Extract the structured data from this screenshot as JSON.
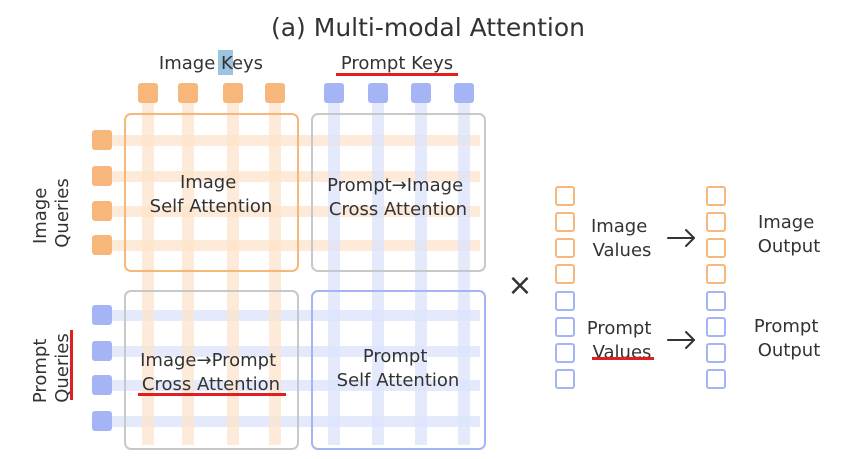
{
  "title": "(a) Multi-modal Attention",
  "axes": {
    "image_keys_prefix": "Image ",
    "image_keys_highlight": "K",
    "image_keys_suffix": "eys",
    "prompt_keys": "Prompt Keys",
    "image_queries_line1": "Image",
    "image_queries_line2": "Queries",
    "prompt_queries_line1": "Prompt",
    "prompt_queries_line2": "Queries"
  },
  "blocks": {
    "image_self_line1": "Image",
    "image_self_line2": "Self Attention",
    "prompt_to_image_line1": "Prompt→Image",
    "prompt_to_image_line2": "Cross Attention",
    "image_to_prompt_line1": "Image→Prompt",
    "image_to_prompt_line2": "Cross Attention",
    "prompt_self_line1": "Prompt",
    "prompt_self_line2": "Self Attention"
  },
  "multiply_symbol": "×",
  "values": {
    "image_line1": "Image",
    "image_line2": "Values",
    "prompt_line1": "Prompt",
    "prompt_line2": "Values"
  },
  "outputs": {
    "image_line1": "Image",
    "image_line2": "Output",
    "prompt_line1": "Prompt",
    "prompt_line2": "Output"
  },
  "colors": {
    "image": "#f8b77a",
    "image_light": "#fde3cb",
    "prompt": "#a5b4f4",
    "prompt_light": "#dde3fb",
    "gray_box": "#c8c8c8",
    "underline": "#e02020",
    "highlight": "#9cc3df",
    "text": "#333333"
  }
}
